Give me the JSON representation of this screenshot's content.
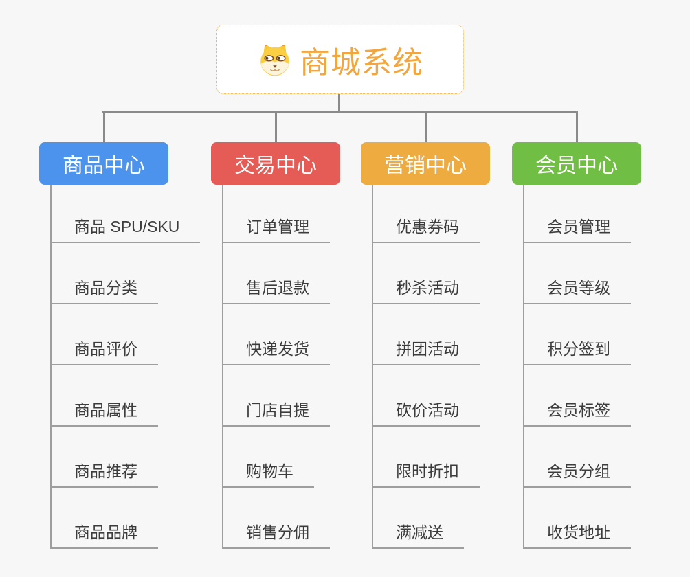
{
  "root": {
    "title": "商城系统",
    "icon": "dog-icon"
  },
  "branches": [
    {
      "id": "product-center",
      "label": "商品中心",
      "color": "#4B93EC",
      "children": [
        "商品 SPU/SKU",
        "商品分类",
        "商品评价",
        "商品属性",
        "商品推荐",
        "商品品牌"
      ]
    },
    {
      "id": "trade-center",
      "label": "交易中心",
      "color": "#E55B56",
      "children": [
        "订单管理",
        "售后退款",
        "快递发货",
        "门店自提",
        "购物车",
        "销售分佣"
      ]
    },
    {
      "id": "marketing-center",
      "label": "营销中心",
      "color": "#EDAB40",
      "children": [
        "优惠券码",
        "秒杀活动",
        "拼团活动",
        "砍价活动",
        "限时折扣",
        "满减送"
      ]
    },
    {
      "id": "member-center",
      "label": "会员中心",
      "color": "#71BE44",
      "children": [
        "会员管理",
        "会员等级",
        "积分签到",
        "会员标签",
        "会员分组",
        "收货地址"
      ]
    }
  ],
  "colors": {
    "background": "#F7F7F7",
    "root_accent": "#F2A63D",
    "root_border": "#F0AC4A",
    "connector": "#8A8A8A",
    "child_line": "#9E9E9E",
    "child_text": "#3C3C3C"
  }
}
